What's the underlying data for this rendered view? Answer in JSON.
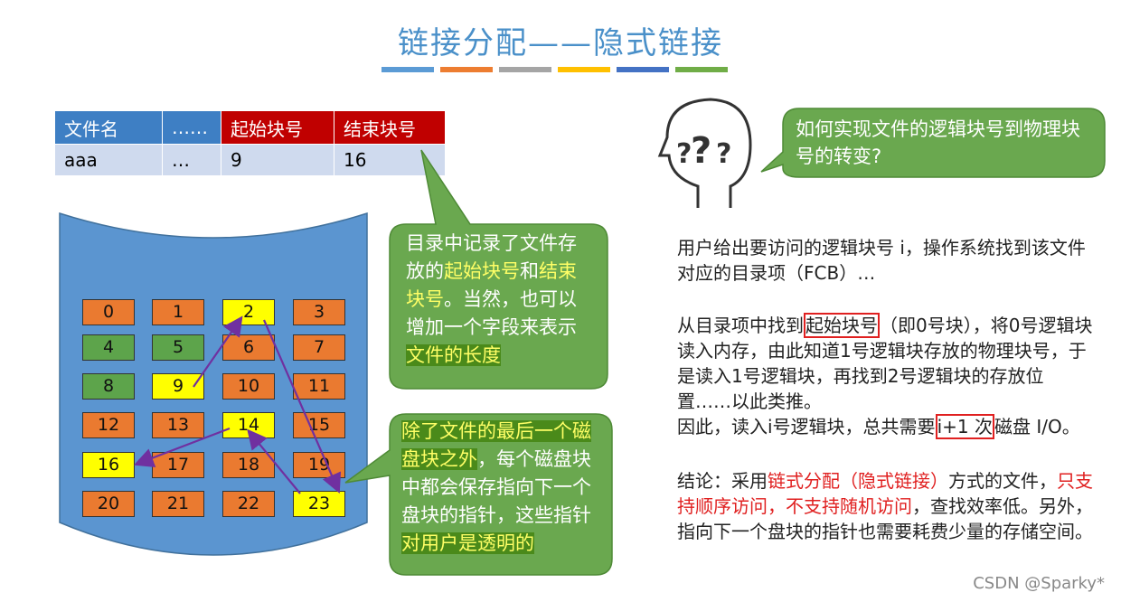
{
  "title": "链接分配——隐式链接",
  "title_bar_colors": [
    "#5b9bd5",
    "#ed7d31",
    "#a5a5a5",
    "#ffc000",
    "#4472c4",
    "#70ad47"
  ],
  "directory_table": {
    "headers": [
      "文件名",
      "……",
      "起始块号",
      "结束块号"
    ],
    "row": [
      "aaa",
      "…",
      "9",
      "16"
    ]
  },
  "blocks": [
    {
      "label": "0",
      "color": "orange"
    },
    {
      "label": "1",
      "color": "orange"
    },
    {
      "label": "2",
      "color": "yellow"
    },
    {
      "label": "3",
      "color": "orange"
    },
    {
      "label": "4",
      "color": "green"
    },
    {
      "label": "5",
      "color": "green"
    },
    {
      "label": "6",
      "color": "orange"
    },
    {
      "label": "7",
      "color": "orange"
    },
    {
      "label": "8",
      "color": "green"
    },
    {
      "label": "9",
      "color": "yellow"
    },
    {
      "label": "10",
      "color": "orange"
    },
    {
      "label": "11",
      "color": "orange"
    },
    {
      "label": "12",
      "color": "orange"
    },
    {
      "label": "13",
      "color": "orange"
    },
    {
      "label": "14",
      "color": "yellow"
    },
    {
      "label": "15",
      "color": "orange"
    },
    {
      "label": "16",
      "color": "yellow"
    },
    {
      "label": "17",
      "color": "orange"
    },
    {
      "label": "18",
      "color": "orange"
    },
    {
      "label": "19",
      "color": "orange"
    },
    {
      "label": "20",
      "color": "orange"
    },
    {
      "label": "21",
      "color": "orange"
    },
    {
      "label": "22",
      "color": "orange"
    },
    {
      "label": "23",
      "color": "yellow"
    }
  ],
  "callout_dir": {
    "p1": "目录中记录了文件存放的",
    "h1": "起始块号",
    "p2": "和",
    "h2": "结束块号",
    "p3": "。当然，也可以增加一个字段来表示",
    "h3": "文件的长度"
  },
  "callout_ptr": {
    "h1": "除了文件的最后一个磁盘块之外",
    "p1": "，每个磁盘块中都会保存指向下一个盘块的指针，这些指针",
    "h2": "对用户是透明的"
  },
  "question": "如何实现文件的逻辑块号到物理块号的转变?",
  "paragraph1": "用户给出要访问的逻辑块号 i，操作系统找到该文件对应的目录项（FCB）…",
  "paragraph2": {
    "a": "从目录项中找到",
    "boxed1": "起始块号",
    "b": "（即0号块），将0号逻辑块读入内存，由此知道1号逻辑块存放的物理块号，于是读入1号逻辑块，再找到2号逻辑块的存放位置……以此类推。",
    "c": "因此，读入i号逻辑块，总共需要",
    "boxed2": "i+1 次",
    "d": "磁盘 I/O。"
  },
  "paragraph3": {
    "a": "结论：采用",
    "r1": "链式分配（隐式链接）",
    "b": "方式的文件，",
    "r2": "只支持顺序访问，不支持随机访问",
    "c": "，查找效率低。另外，指向下一个盘块的指针也需要耗费少量的存储空间。"
  },
  "watermark": "CSDN @Sparky*"
}
